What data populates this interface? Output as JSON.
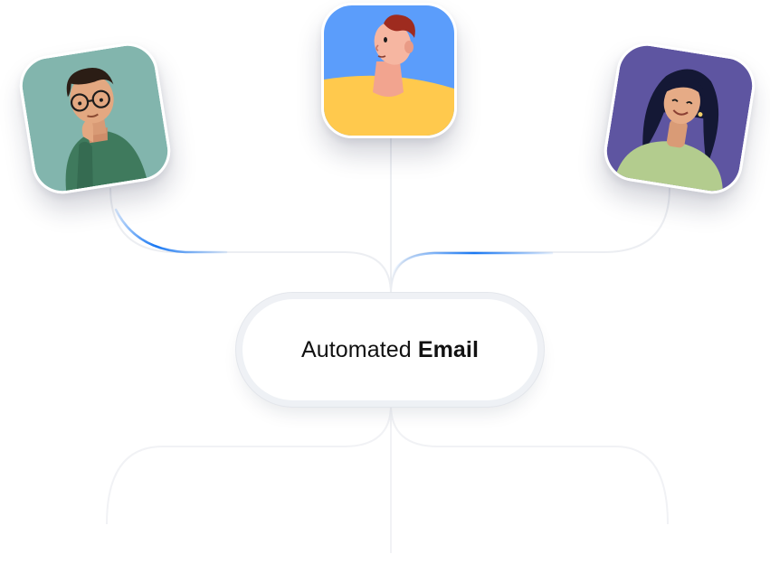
{
  "diagram": {
    "center_node": {
      "label_regular": "Automated",
      "label_bold": "Email"
    },
    "participants": [
      {
        "position": "left",
        "avatar": "man-with-glasses-avatar",
        "background_color": "#82b5ad",
        "shirt_color": "#3f7a5d"
      },
      {
        "position": "center",
        "avatar": "man-looking-up-avatar",
        "background_color": "#5b9dfb",
        "shirt_color": "#ffc94d"
      },
      {
        "position": "right",
        "avatar": "woman-smiling-avatar",
        "background_color": "#5e55a1",
        "shirt_color": "#b3cc8e"
      }
    ],
    "colors": {
      "connector_active": "#1877f2",
      "connector_inactive": "#eceef2",
      "pill_background": "#ffffff",
      "label_text": "#111111"
    }
  }
}
